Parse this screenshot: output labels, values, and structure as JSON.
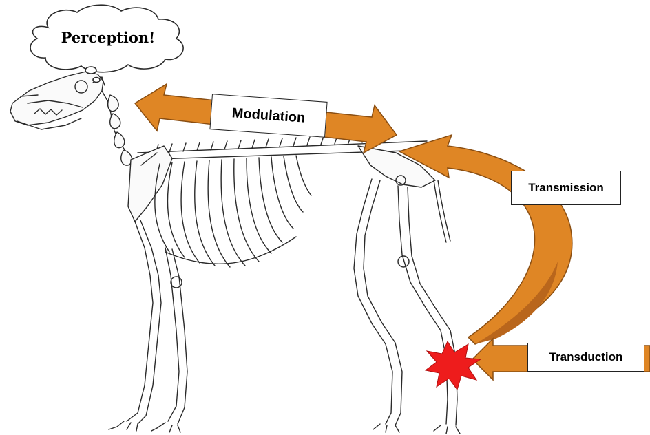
{
  "labels": {
    "perception": "Perception!",
    "modulation": "Modulation",
    "transmission": "Transmission",
    "transduction": "Transduction"
  },
  "colors": {
    "arrow_orange": "#df8625",
    "arrow_dark": "#b9661c",
    "burst_red": "#ee1c1c",
    "bone_outline": "#2a2a2a"
  },
  "icons": {
    "thought_cloud": "thought-cloud-icon",
    "pain_burst": "pain-burst-icon",
    "skeleton": "dog-skeleton-illustration"
  }
}
